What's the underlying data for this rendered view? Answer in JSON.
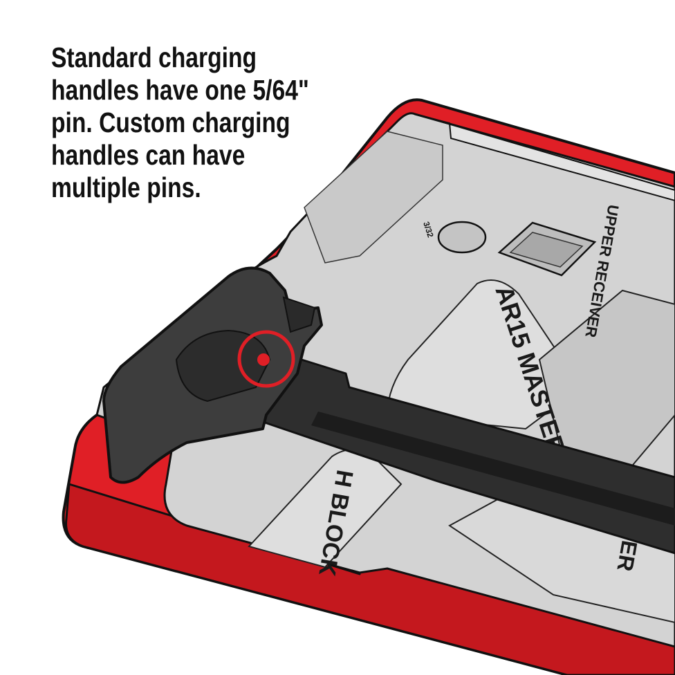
{
  "caption": {
    "lines": [
      "Standard charging",
      "handles have one 5/64\"",
      "pin. Custom charging",
      "handles can have",
      "multiple pins."
    ]
  },
  "tray_labels": {
    "ar15_master": "AR15 MASTER",
    "upper_receiver": "UPPER RECEIVER",
    "block": "H BLOCK",
    "size_mark": "3/32",
    "lower_partial": "ER"
  },
  "colors": {
    "case_red": "#e01f26",
    "case_red_dark": "#b5151b",
    "tray_gray": "#cfcfcf",
    "tray_gray_light": "#dcdcdc",
    "handle_dark": "#3a3a3a",
    "callout_red": "#e01f26",
    "outline": "#111111"
  },
  "icons": {
    "callout": "red-circle-callout-icon",
    "pin": "red-dot-pin-icon"
  }
}
